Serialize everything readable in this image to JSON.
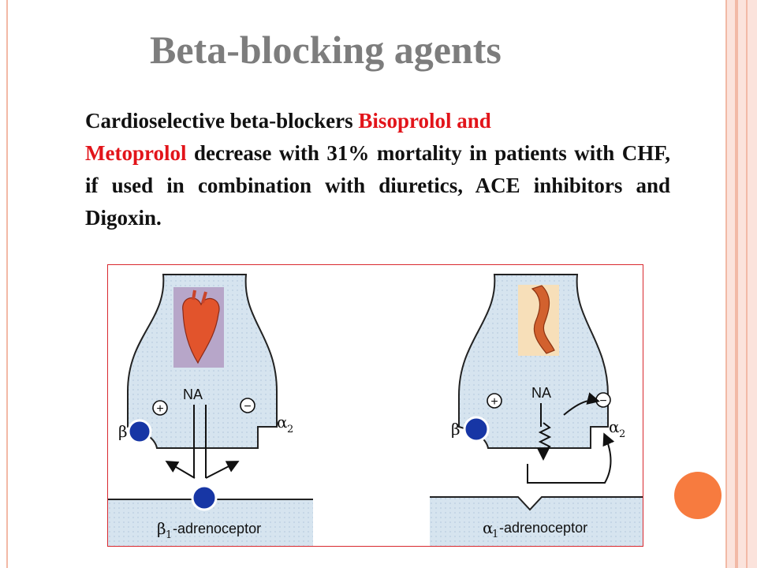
{
  "slide": {
    "title": "Beta-blocking agents",
    "paragraph": {
      "part1": "Cardioselective beta-blockers ",
      "highlight1": "Bisoprolol and",
      "highlight2": "Metoprolol",
      "part2": " decrease with 31% mortality in patients with CHF, if used in combination with diuretics, ACE inhibitors and Digoxin."
    },
    "colors": {
      "title": "#7d7d7d",
      "highlight": "#e2141a",
      "accent_dot": "#f77b3f",
      "frame": "#f2b9a6"
    }
  },
  "figure": {
    "left_panel": {
      "transmitter": "NA",
      "receptor_beta": "β",
      "receptor_alpha2": "α",
      "alpha2_sub": "2",
      "postsynaptic_prefix": "β",
      "postsynaptic_sub": "1",
      "postsynaptic_suffix": "-adrenoceptor",
      "plus": "+",
      "minus": "−",
      "icon": "heart-icon"
    },
    "right_panel": {
      "transmitter": "NA",
      "receptor_beta": "β",
      "receptor_alpha2": "α",
      "alpha2_sub": "2",
      "postsynaptic_prefix": "α",
      "postsynaptic_sub": "1",
      "postsynaptic_suffix": "-adrenoceptor",
      "plus": "+",
      "minus": "−",
      "icon": "blood-vessel-icon"
    }
  }
}
